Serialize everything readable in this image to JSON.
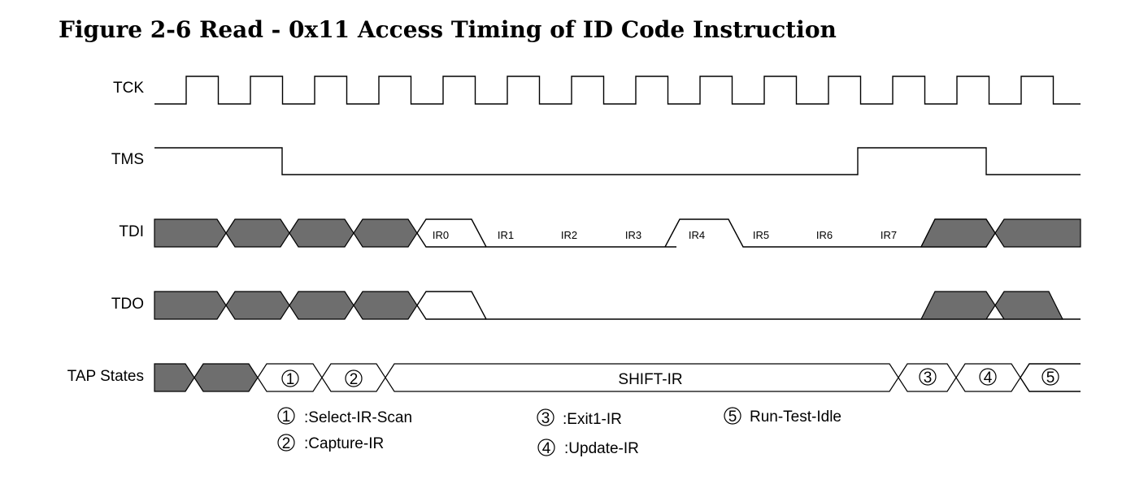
{
  "title": "Figure 2-6 Read - 0x11 Access Timing of ID Code Instruction",
  "signals": {
    "tck": "TCK",
    "tms": "TMS",
    "tdi": "TDI",
    "tdo": "TDO",
    "tap": "TAP States"
  },
  "tdi_bits": [
    "IR0",
    "IR1",
    "IR2",
    "IR3",
    "IR4",
    "IR5",
    "IR6",
    "IR7"
  ],
  "tap_states": {
    "s1": "1",
    "s2": "2",
    "shift": "SHIFT-IR",
    "s3": "3",
    "s4": "4",
    "s5": "5"
  },
  "legend": [
    {
      "num": "1",
      "text": ":Select-IR-Scan"
    },
    {
      "num": "2",
      "text": ":Capture-IR"
    },
    {
      "num": "3",
      "text": ":Exit1-IR"
    },
    {
      "num": "4",
      "text": ":Update-IR"
    },
    {
      "num": "5",
      "text": "Run-Test-Idle"
    }
  ]
}
